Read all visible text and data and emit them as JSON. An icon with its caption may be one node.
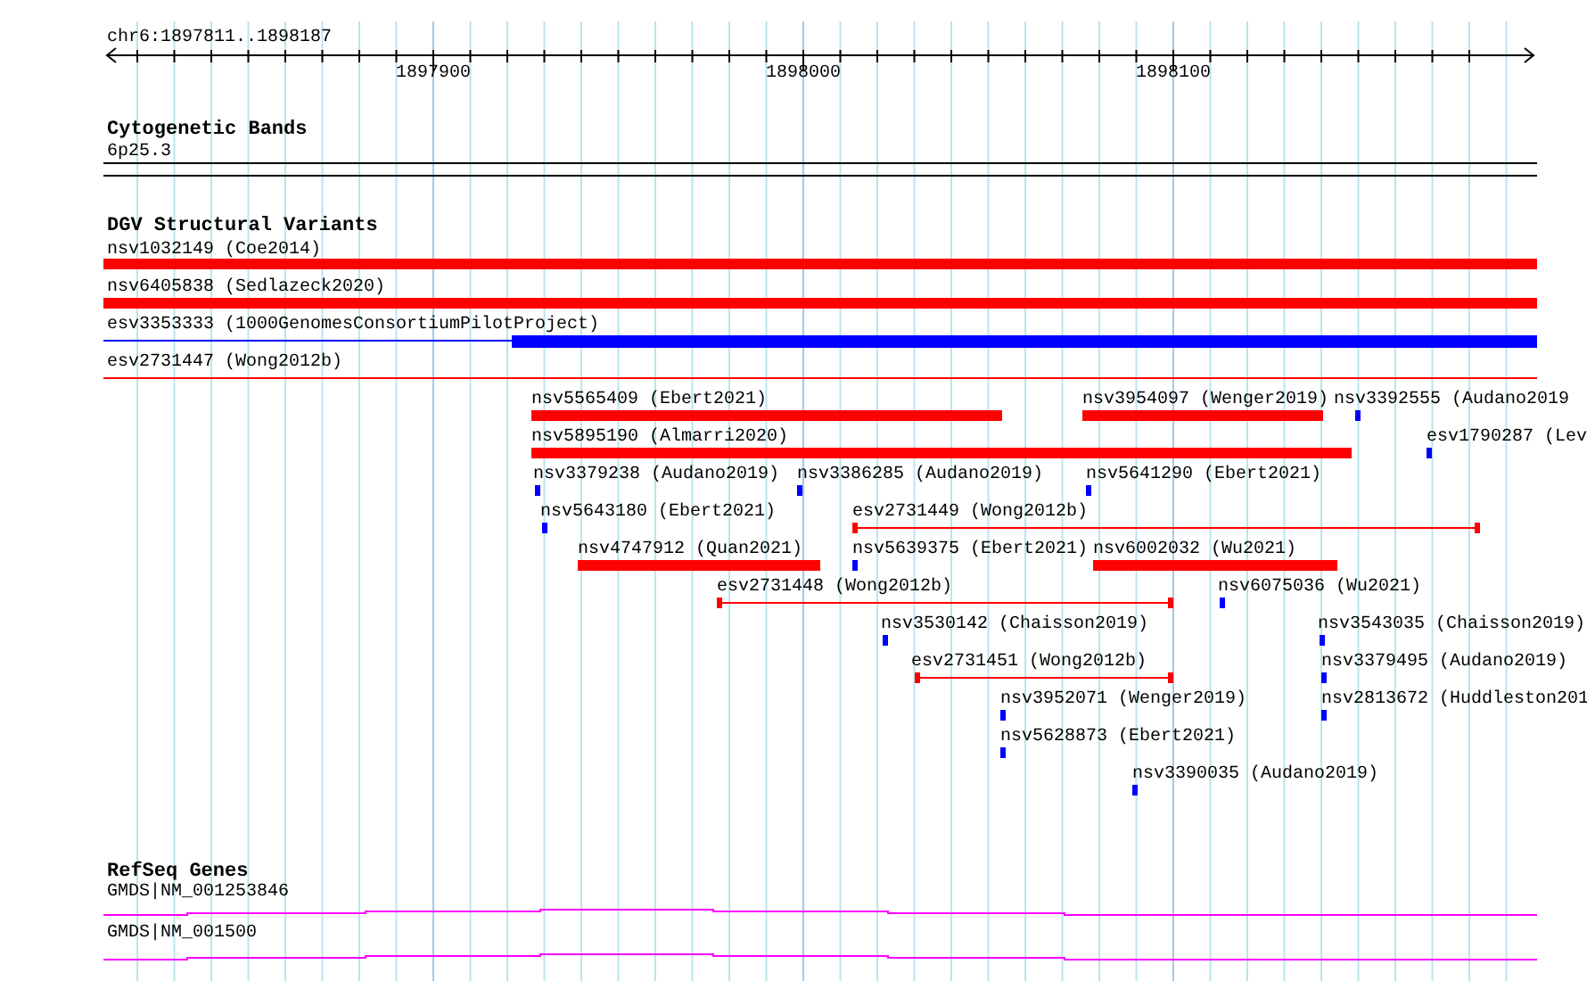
{
  "diagram": {
    "nodes": [
      {
        "text": [
          "6p25.3"
        ]
      },
      {
        "text": [
          "nsv1032149 (Coe2014)"
        ]
      },
      {
        "text": [
          "nsv6405838 (Sedlazeck2020)"
        ]
      },
      {
        "text": [
          "esv3353333 (1000GenomesConsortiumPilotProject)"
        ]
      },
      {
        "text": [
          "esv2731447 (Wong2012b)"
        ]
      },
      {
        "text": [
          "nsv5565409 (Ebert2021)"
        ]
      },
      {
        "text": [
          "nsv3954097 (Wenger2019)"
        ]
      },
      {
        "text": [
          "nsv3392555 (Audano2019"
        ]
      },
      {
        "text": [
          "nsv5895190 (Almarri2020)"
        ]
      },
      {
        "text": [
          "esv1790287 (Lev"
        ]
      },
      {
        "text": [
          "nsv3379238 (Audano2019)"
        ]
      },
      {
        "text": [
          "nsv3386285 (Audano2019)"
        ]
      },
      {
        "text": [
          "nsv5641290 (Ebert2021)"
        ]
      },
      {
        "text": [
          "nsv5643180 (Ebert2021)"
        ]
      },
      {
        "text": [
          "esv2731449 (Wong2012b)"
        ]
      },
      {
        "text": [
          "nsv4747912 (Quan2021)"
        ]
      },
      {
        "text": [
          "nsv5639375 (Ebert2021)"
        ]
      },
      {
        "text": [
          "nsv6002032 (Wu2021)"
        ]
      },
      {
        "text": [
          "esv2731448 (Wong2012b)"
        ]
      },
      {
        "text": [
          "nsv6075036 (Wu2021)"
        ]
      },
      {
        "text": [
          "nsv3530142 (Chaisson2019)"
        ]
      },
      {
        "text": [
          "nsv3543035 (Chaisson2019)"
        ]
      },
      {
        "text": [
          "esv2731451 (Wong2012b)"
        ]
      },
      {
        "text": [
          "nsv3379495 (Audano2019)"
        ]
      },
      {
        "text": [
          "nsv3952071 (Wenger2019)"
        ]
      },
      {
        "text": [
          "nsv2813672 (Huddleston201"
        ]
      },
      {
        "text": [
          "nsv5628873 (Ebert2021)"
        ]
      },
      {
        "text": [
          "nsv3390035 (Audano2019)"
        ]
      },
      {
        "text": [
          "GMDS|NM_001253846"
        ]
      },
      {
        "text": [
          "GMDS|NM_001500"
        ]
      }
    ],
    "labels": [
      "chr6:1897811..1898187",
      "1897900",
      "1898000",
      "1898100",
      "Cytogenetic Bands",
      "DGV Structural Variants",
      "RefSeq Genes"
    ]
  }
}
